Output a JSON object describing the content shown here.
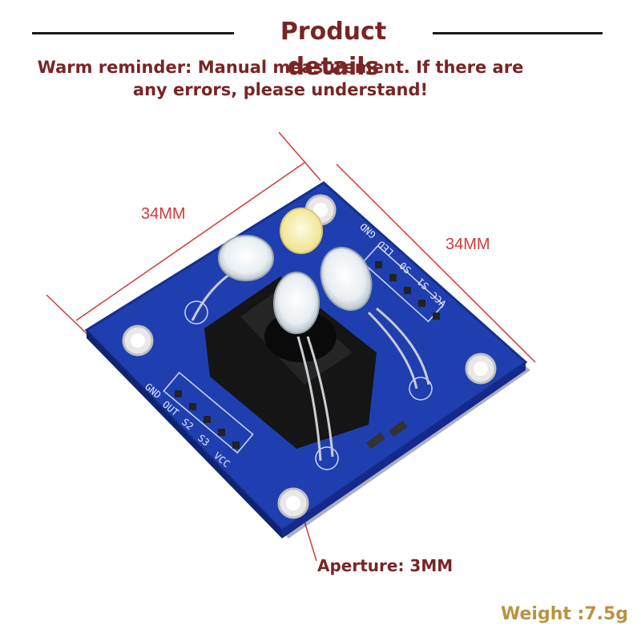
{
  "header": {
    "title": "Product details",
    "reminder_line1": "Warm reminder: Manual measurement. If there are",
    "reminder_line2": "any errors, please understand!"
  },
  "dimensions": {
    "width_label": "34MM",
    "depth_label": "34MM"
  },
  "callouts": {
    "aperture": "Aperture: 3MM",
    "weight": "Weight :7.5g"
  },
  "board": {
    "pins_bottom": [
      "GND",
      "OUT",
      "S2",
      "S3",
      "VCC"
    ],
    "pins_top": [
      "GND",
      "LED",
      "S0",
      "S1",
      "VCC"
    ]
  },
  "colors": {
    "board": "#1f3fb0",
    "title": "#7a2424",
    "dimension": "#d23a3a",
    "weight": "#b99340"
  }
}
